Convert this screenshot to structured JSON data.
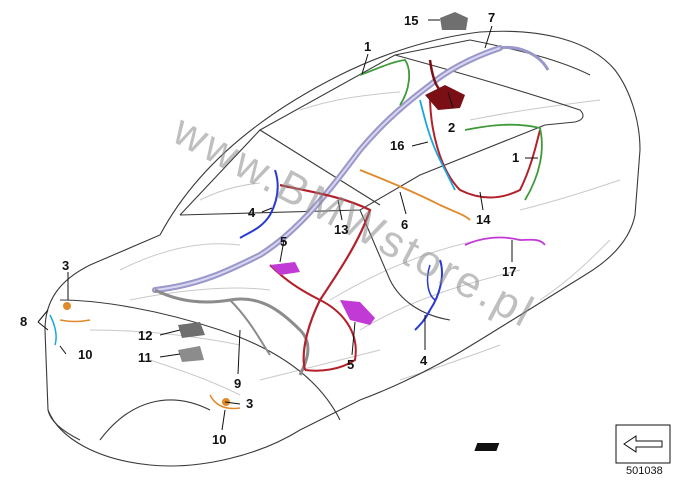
{
  "diagram": {
    "watermark": "www.BMWstore.pl",
    "document_number": "501038",
    "callouts": {
      "c1a": "1",
      "c1b": "1",
      "c2": "2",
      "c3a": "3",
      "c3b": "3",
      "c4a": "4",
      "c4b": "4",
      "c5a": "5",
      "c5b": "5",
      "c6": "6",
      "c7": "7",
      "c8": "8",
      "c9": "9",
      "c10a": "10",
      "c10b": "10",
      "c11": "11",
      "c12": "12",
      "c13": "13",
      "c14": "14",
      "c15": "15",
      "c16": "16",
      "c17": "17"
    },
    "colors": {
      "main_harness": "#9a97c9",
      "red_harness": "#b3202a",
      "dark_red": "#7a0f16",
      "green": "#3f9a3a",
      "blue": "#2a3bd1",
      "cyan": "#1aa7e0",
      "orange": "#e0892a",
      "magenta": "#c23ad6",
      "grey_parts": "#6f6f6f",
      "grey_harness": "#8c8c8c"
    }
  }
}
